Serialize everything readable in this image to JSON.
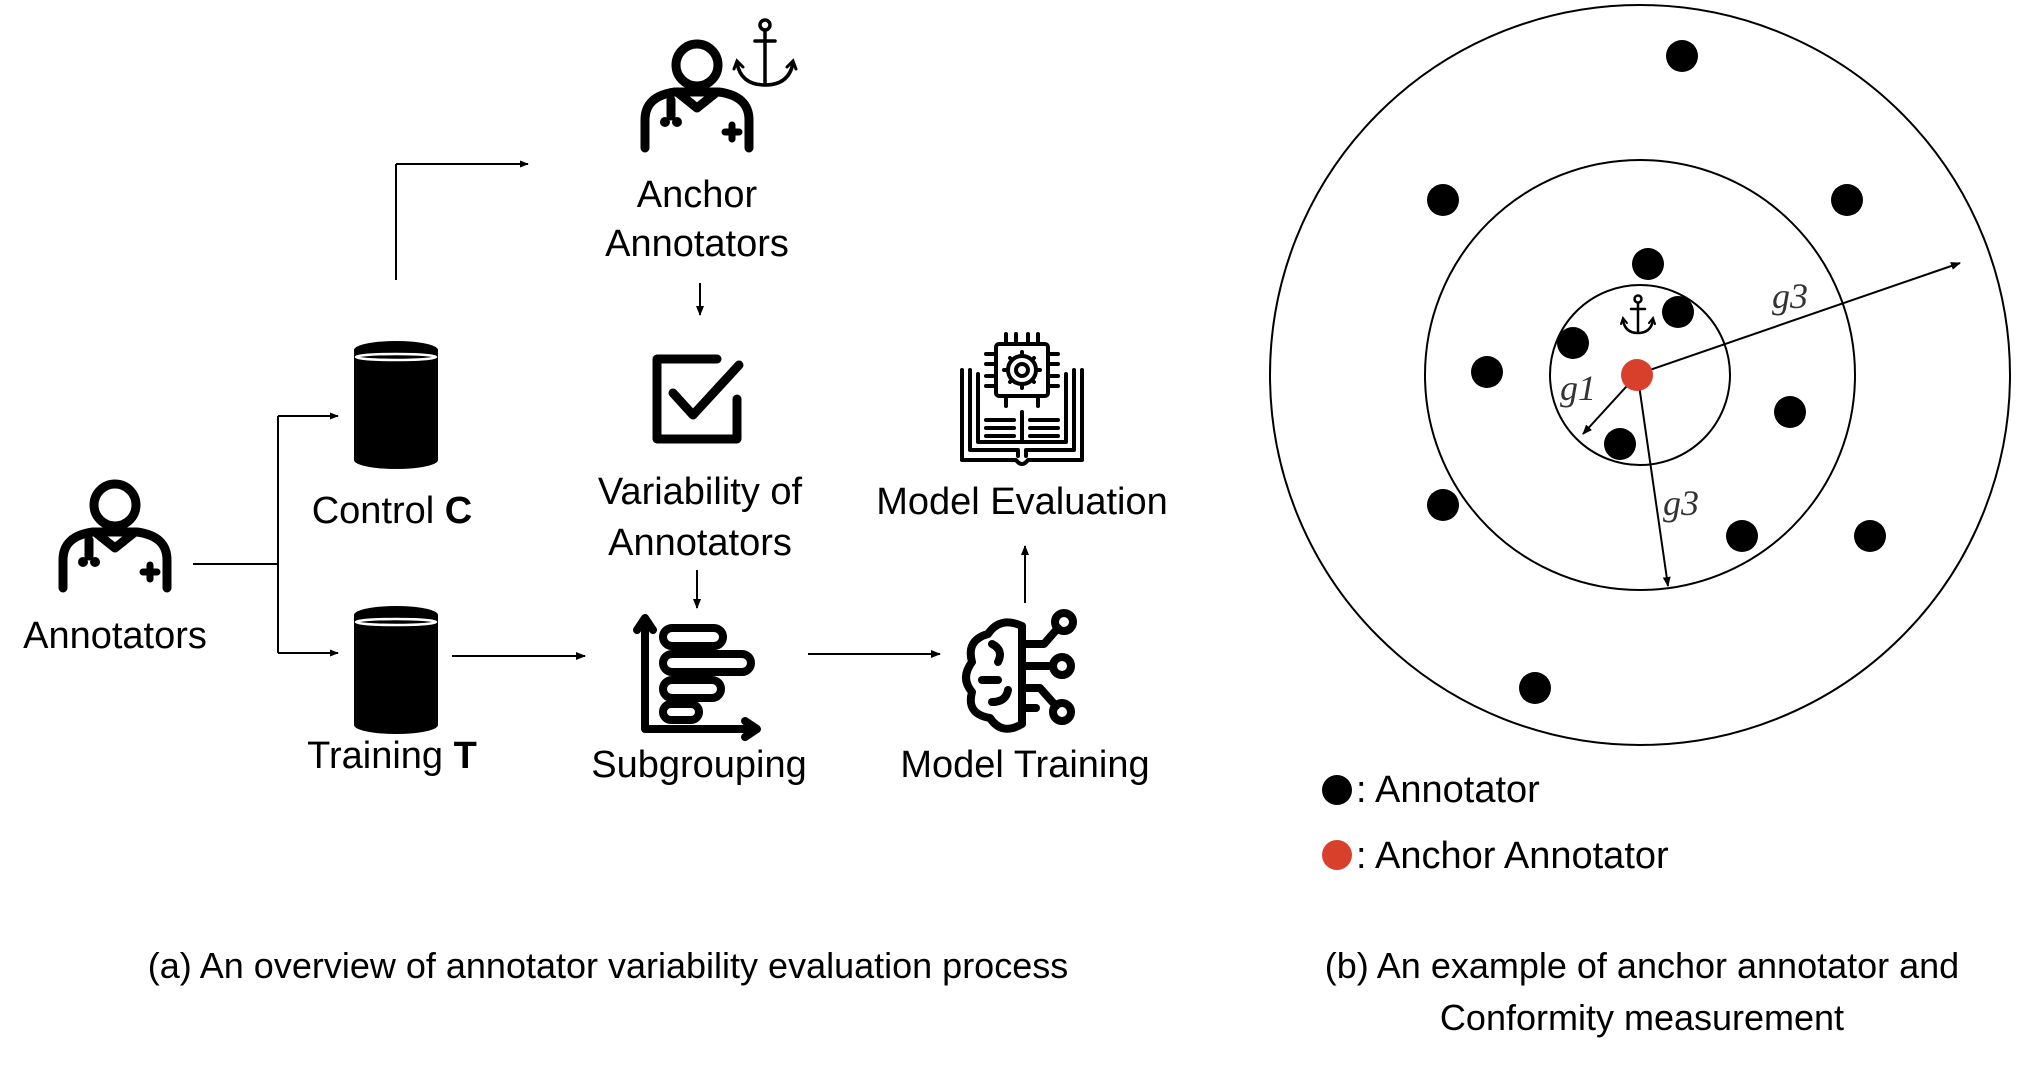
{
  "panel_a": {
    "annotators": "Annotators",
    "anchor_annotators_line1": "Anchor",
    "anchor_annotators_line2": "Annotators",
    "control_prefix": "Control ",
    "control_symbol": "C",
    "training_prefix": "Training ",
    "training_symbol": "T",
    "variability_line1": "Variability of",
    "variability_line2": "Annotators",
    "subgrouping": "Subgrouping",
    "model_training": "Model Training",
    "model_evaluation": "Model Evaluation",
    "caption": "(a) An overview of annotator variability evaluation process"
  },
  "panel_b": {
    "g1": "g1",
    "g3_upper": "g3",
    "g3_lower": "g3",
    "legend_annotator": ": Annotator",
    "legend_anchor": ": Anchor Annotator",
    "caption_line1": "(b) An example of anchor annotator and",
    "caption_line2": "Conformity measurement"
  },
  "colors": {
    "annotator_dot": "#000000",
    "anchor_dot": "#d9402b"
  },
  "icons": [
    "doctor-icon",
    "anchor-icon",
    "database-icon",
    "checkbox-icon",
    "book-gear-icon",
    "subgroup-chart-icon",
    "brain-circuit-icon"
  ]
}
